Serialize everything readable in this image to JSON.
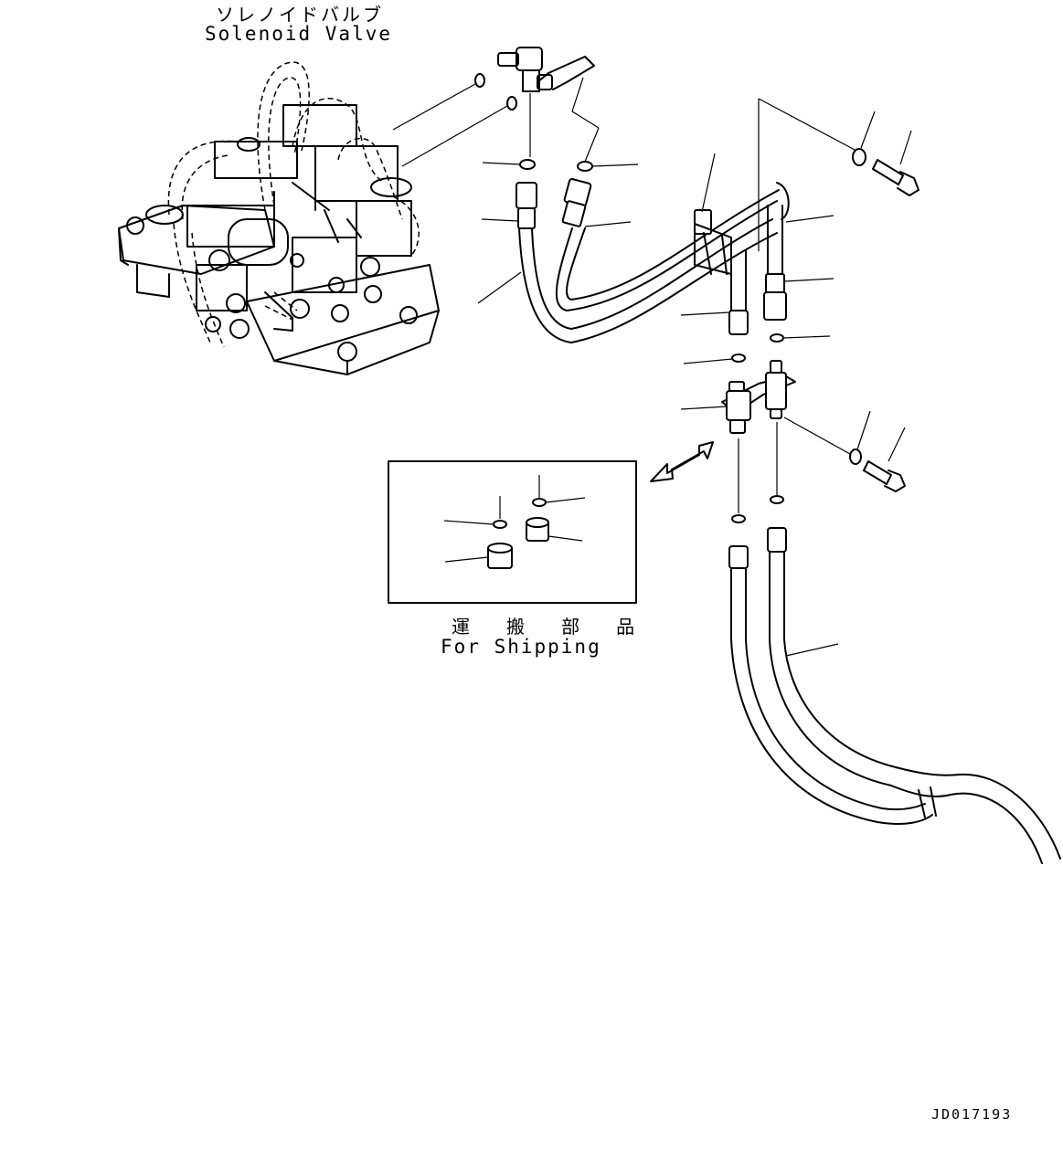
{
  "labels": {
    "valve_jp": "ソレノイドバルブ",
    "valve_en": "Solenoid Valve",
    "shipping_jp": "運 搬 部 品",
    "shipping_en": "For Shipping",
    "drawing_number": "JD017193"
  }
}
